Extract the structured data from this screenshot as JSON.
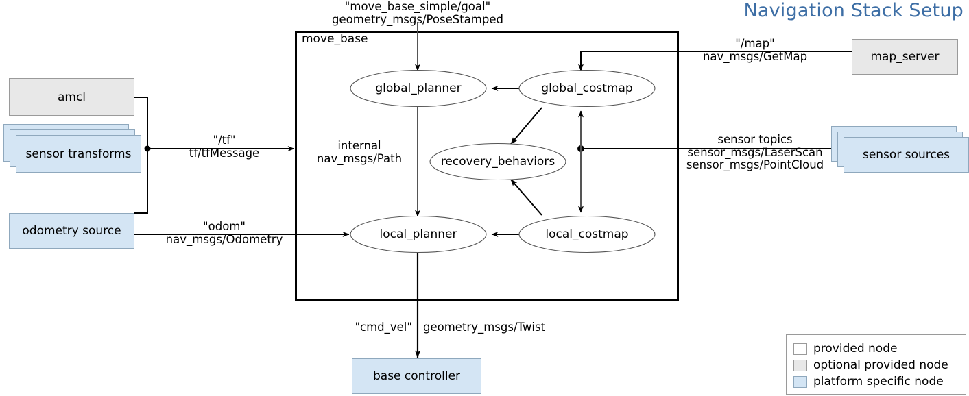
{
  "title": "Navigation Stack Setup",
  "container": {
    "label": "move_base"
  },
  "nodes": {
    "amcl": "amcl",
    "sensor_transforms": "sensor transforms",
    "odometry_source": "odometry source",
    "map_server": "map_server",
    "sensor_sources": "sensor sources",
    "base_controller": "base controller"
  },
  "components": {
    "global_planner": "global_planner",
    "global_costmap": "global_costmap",
    "recovery_behaviors": "recovery_behaviors",
    "local_planner": "local_planner",
    "local_costmap": "local_costmap"
  },
  "edges": {
    "goal_topic": "\"move_base_simple/goal\"",
    "goal_type": "geometry_msgs/PoseStamped",
    "tf_topic": "\"/tf\"",
    "tf_type": "tf/tfMessage",
    "odom_topic": "\"odom\"",
    "odom_type": "nav_msgs/Odometry",
    "internal_label": "internal",
    "internal_type": "nav_msgs/Path",
    "map_topic": "\"/map\"",
    "map_type": "nav_msgs/GetMap",
    "sensor_topic": "sensor topics",
    "sensor_type_1": "sensor_msgs/LaserScan",
    "sensor_type_2": "sensor_msgs/PointCloud",
    "cmd_vel_topic": "\"cmd_vel\"",
    "cmd_vel_type": "geometry_msgs/Twist"
  },
  "legend": {
    "items": [
      {
        "label": "provided node",
        "color": "#ffffff"
      },
      {
        "label": "optional provided node",
        "color": "#e8e8e8"
      },
      {
        "label": "platform specific node",
        "color": "#d4e5f4"
      }
    ]
  },
  "colors": {
    "title": "#3d6ea5",
    "optional_node": "#e8e8e8",
    "platform_node": "#d4e5f4",
    "provided_node": "#ffffff",
    "edge": "#000000"
  }
}
